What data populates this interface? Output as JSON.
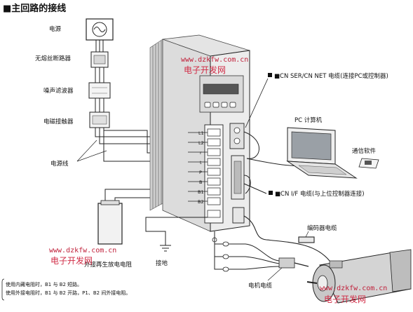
{
  "title": "■主回路的接线",
  "labels": {
    "power": "电源",
    "breaker": "无熔丝断路器",
    "noise_filter": "噪声滤波器",
    "contactor": "电磁接触器",
    "power_cable": "电源线",
    "cn_ser_net": "■CN SER/CN NET 电缆(连接PC或控制器)",
    "pc": "PC 计算机",
    "comm_software": "通信软件",
    "cn_if": "■CN I/F 电缆(与上位控制器连接)",
    "encoder_cable": "编码器电缆",
    "motor_cable": "电机电缆",
    "ground": "接地",
    "regen_resistor": "外接再生放电电阻"
  },
  "terminals": [
    "L1",
    "L2",
    "r",
    "t",
    "P",
    "B",
    "B1",
    "B2"
  ],
  "notes": {
    "line1": "使用内藏电阻时，B1 与 B2 短路。",
    "line2": "使用外接电阻时，B1 与 B2 开路，P1、B2 间外接电阻。"
  },
  "watermarks": {
    "url": "www.dzkfw.com.cn",
    "cn": "电子开发网"
  },
  "colors": {
    "line": "#1a1a1a",
    "drive_body": "#e9e9e9",
    "watermark": "#c0203a"
  }
}
